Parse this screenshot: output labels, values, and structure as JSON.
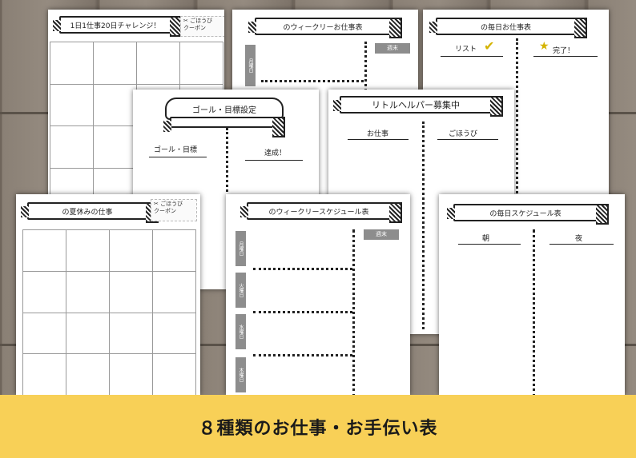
{
  "sheets": {
    "challenge": {
      "title": "1日1仕事20日チャレンジ！",
      "coupon": "ごほうび\nクーポン"
    },
    "weekly_work": {
      "title": "のウィークリーお仕事表",
      "weekend": "週末",
      "day_mon": "月曜日"
    },
    "daily_work": {
      "title": "の毎日お仕事表",
      "list": "リスト",
      "done": "完了！"
    },
    "goal": {
      "title": "ゴール・目標設定",
      "goal_label": "ゴール・目標",
      "achieved": "達成！"
    },
    "helper": {
      "title": "リトルヘルパー募集中",
      "work": "お仕事",
      "reward": "ごほうび"
    },
    "summer": {
      "title": "の夏休みの仕事",
      "coupon": "ごほうび\nクーポン"
    },
    "weekly_schedule": {
      "title": "のウィークリースケジュール表",
      "weekend": "週末",
      "days": [
        "月曜日",
        "火曜日",
        "水曜日",
        "木曜日"
      ]
    },
    "daily_schedule": {
      "title": "の毎日スケジュール表",
      "morning": "朝",
      "night": "夜"
    }
  },
  "banner": {
    "text": "８種類のお仕事・お手伝い表",
    "color": "#f8d057"
  },
  "icons": {
    "check": "check-icon",
    "star": "star-icon",
    "scissors": "scissors-icon"
  }
}
